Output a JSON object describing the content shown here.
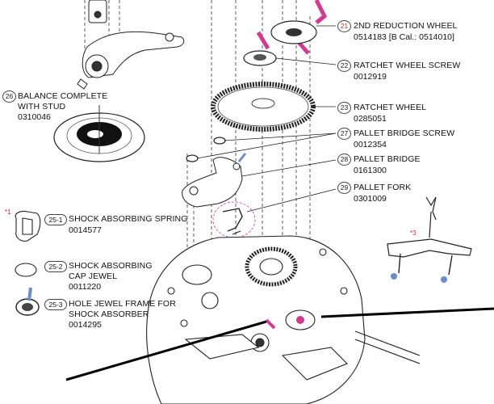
{
  "parts": [
    {
      "num": "21",
      "name_lines": [
        "2ND REDUCTION WHEEL"
      ],
      "code": "0514183 [B Cal.: 0514010]"
    },
    {
      "num": "22",
      "name_lines": [
        "RATCHET WHEEL SCREW"
      ],
      "code": "0012919"
    },
    {
      "num": "23",
      "name_lines": [
        "RATCHET WHEEL"
      ],
      "code": "0285051"
    },
    {
      "num": "27",
      "name_lines": [
        "PALLET BRIDGE SCREW"
      ],
      "code": "0012354"
    },
    {
      "num": "28",
      "name_lines": [
        "PALLET BRIDGE"
      ],
      "code": "0161300"
    },
    {
      "num": "29",
      "name_lines": [
        "PALLET FORK"
      ],
      "code": "0301009"
    },
    {
      "num": "26",
      "name_lines": [
        "BALANCE COMPLETE",
        "WITH STUD"
      ],
      "code": "0310046"
    },
    {
      "num": "25-1",
      "name_lines": [
        "SHOCK ABSORBING SPRING"
      ],
      "code": "0014577"
    },
    {
      "num": "25-2",
      "name_lines": [
        "SHOCK ABSORBING",
        "CAP JEWEL"
      ],
      "code": "0011220"
    },
    {
      "num": "25-3",
      "name_lines": [
        "HOLE JEWEL FRAME FOR",
        "SHOCK ABSORBER"
      ],
      "code": "0014295"
    }
  ],
  "notes": {
    "star1": "*1",
    "star3": "*3"
  },
  "colors": {
    "line": "#222222",
    "marker_pink": "#d13b8f",
    "jewel_blue": "#6b8fc4",
    "note_red": "#d23a3a"
  }
}
